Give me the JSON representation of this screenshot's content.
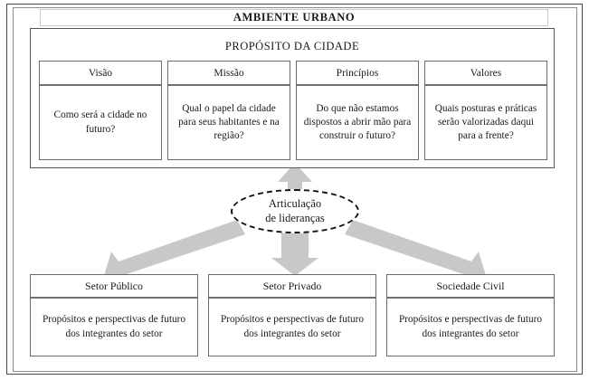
{
  "diagram": {
    "title": "AMBIENTE URBANO",
    "purpose": {
      "title": "PROPÓSITO DA CIDADE",
      "columns": [
        {
          "header": "Visão",
          "body": "Como será a cidade no futuro?"
        },
        {
          "header": "Missão",
          "body": "Qual o papel da cidade para seus habitantes e na região?"
        },
        {
          "header": "Princípios",
          "body": "Do que não estamos dispostos a abrir mão para construir o futuro?"
        },
        {
          "header": "Valores",
          "body": "Quais posturas e práticas serão valorizadas daqui para a frente?"
        }
      ]
    },
    "hub": {
      "line1": "Articulação",
      "line2": "de lideranças"
    },
    "sectors": [
      {
        "header": "Setor Público",
        "body": "Propósitos e perspectivas de futuro dos integrantes do setor"
      },
      {
        "header": "Setor Privado",
        "body": "Propósitos e perspectivas de futuro dos integrantes do setor"
      },
      {
        "header": "Sociedade Civil",
        "body": "Propósitos e perspectivas de futuro dos integrantes do setor"
      }
    ],
    "arrows": [
      {
        "name": "arrow-up-to-purpose",
        "direction": "up"
      },
      {
        "name": "arrow-down-left-to-setor-publico",
        "direction": "down-left"
      },
      {
        "name": "arrow-down-to-setor-privado",
        "direction": "down"
      },
      {
        "name": "arrow-down-right-to-sociedade-civil",
        "direction": "down-right"
      }
    ],
    "colors": {
      "arrow_fill": "#c8c8c8",
      "border": "#6b6b6b",
      "frame": "#4a4a4a",
      "text": "#1a1a1a"
    }
  }
}
